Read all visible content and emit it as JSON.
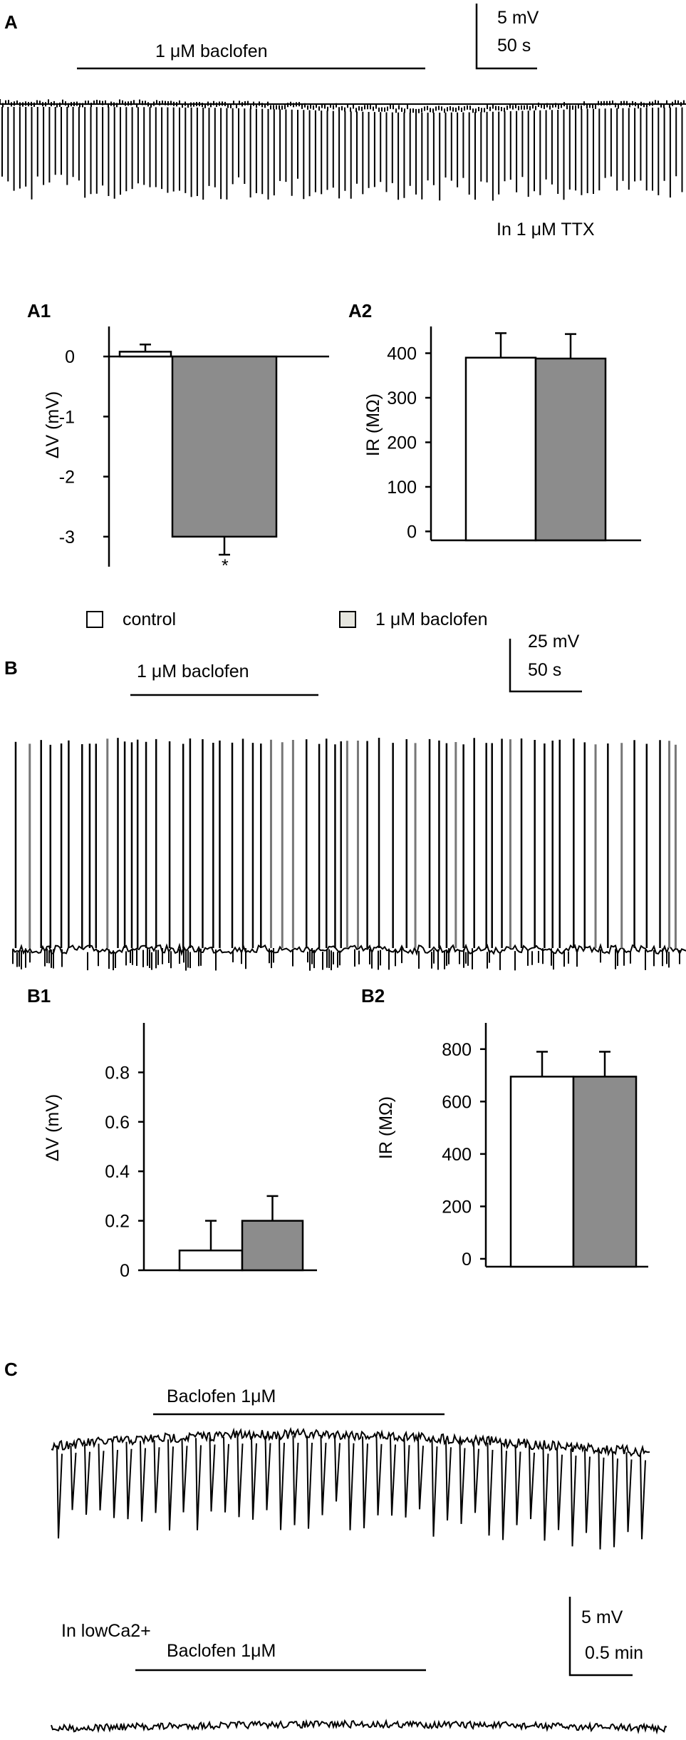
{
  "panels": {
    "A": "A",
    "A1": "A1",
    "A2": "A2",
    "B": "B",
    "B1": "B1",
    "B2": "B2",
    "C": "C"
  },
  "traces": {
    "A": {
      "drug_label": "1 μM baclofen",
      "scale_v": "5 mV",
      "scale_t": "50 s",
      "condition": "In 1 μM TTX"
    },
    "B": {
      "drug_label": "1 μM baclofen",
      "scale_v": "25 mV",
      "scale_t": "50 s"
    },
    "C": {
      "drug_label_top": "Baclofen 1μM",
      "condition": "In lowCa2+",
      "drug_label_bottom": "Baclofen 1μM",
      "scale_v": "5 mV",
      "scale_t": "0.5 min"
    }
  },
  "legend": {
    "control": "control",
    "baclofen": "1 μM baclofen",
    "colors": {
      "control": "#ffffff",
      "baclofen": "#8c8c8c"
    }
  },
  "chart_data": [
    {
      "panel": "A1",
      "type": "bar",
      "categories": [
        "control",
        "1 μM baclofen"
      ],
      "values": [
        0.08,
        -3.0
      ],
      "errors": [
        0.12,
        0.3
      ],
      "ylabel": "ΔV (mV)",
      "yticks": [
        0,
        -1,
        -2,
        -3
      ],
      "ylim": [
        -3.5,
        0.5
      ],
      "significance": "*"
    },
    {
      "panel": "A2",
      "type": "bar",
      "categories": [
        "control",
        "1 μM baclofen"
      ],
      "values": [
        390,
        388
      ],
      "errors": [
        55,
        55
      ],
      "ylabel": "IR (MΩ)",
      "yticks": [
        0,
        100,
        200,
        300,
        400
      ],
      "ylim": [
        -20,
        460
      ]
    },
    {
      "panel": "B1",
      "type": "bar",
      "categories": [
        "control",
        "1 μM baclofen"
      ],
      "values": [
        0.08,
        0.2
      ],
      "errors": [
        0.12,
        0.1
      ],
      "ylabel": "ΔV (mV)",
      "yticks": [
        0,
        0.2,
        0.4,
        0.6,
        0.8
      ],
      "ylim": [
        0,
        1.0
      ]
    },
    {
      "panel": "B2",
      "type": "bar",
      "categories": [
        "control",
        "1 μM baclofen"
      ],
      "values": [
        695,
        695
      ],
      "errors": [
        95,
        95
      ],
      "ylabel": "IR (MΩ)",
      "yticks": [
        0,
        200,
        400,
        600,
        800
      ],
      "ylim": [
        -30,
        900
      ]
    }
  ]
}
